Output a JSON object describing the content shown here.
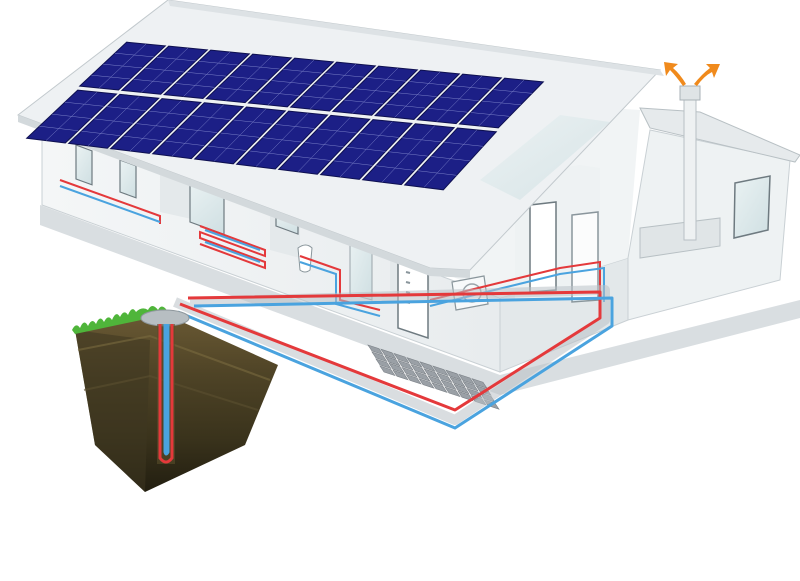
{
  "image": {
    "kind": "cutaway-illustration",
    "text": []
  },
  "colors": {
    "background": "#ffffff",
    "solar_panel": "#1c1f86",
    "solar_grid": "#7a80c8",
    "roof": "#eef1f3",
    "wall": "#f6f8f9",
    "glass": "#dfe9ec",
    "supply_pipe": "#e4393b",
    "return_pipe": "#4aa3df",
    "ground_pipe_outline": "#b9c1c6",
    "soil_top": "#5a4a2a",
    "soil_bottom": "#2b2614",
    "grass": "#4fb53a",
    "vent_arrows": "#f08a1c",
    "paving": "#9aa0a6"
  },
  "components": [
    {
      "name": "solar-array",
      "icon": "solar-panel-icon"
    },
    {
      "name": "ventilation-outlet",
      "icon": "exhaust-vent-icon"
    },
    {
      "name": "underfloor-heating",
      "icon": "floor-heating-loop-icon"
    },
    {
      "name": "heat-pump-unit",
      "icon": "heat-pump-icon"
    },
    {
      "name": "hot-water-tank",
      "icon": "water-tank-icon"
    },
    {
      "name": "geothermal-borehole",
      "icon": "borehole-icon"
    }
  ]
}
